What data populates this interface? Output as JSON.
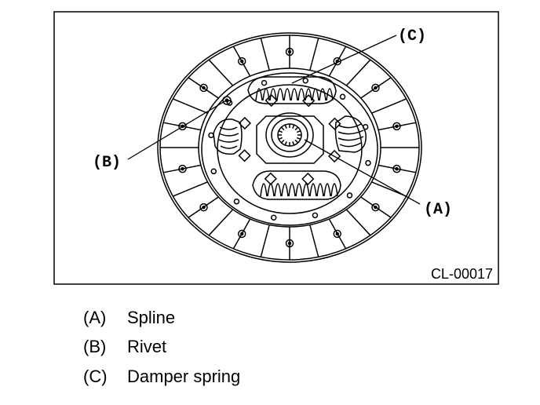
{
  "figure": {
    "code": "CL-00017",
    "callouts": {
      "a": "(A)",
      "b": "(B)",
      "c": "(C)"
    },
    "colors": {
      "ink": "#000000",
      "paper": "#ffffff"
    }
  },
  "legend": [
    {
      "code": "(A)",
      "text": "Spline"
    },
    {
      "code": "(B)",
      "text": "Rivet"
    },
    {
      "code": "(C)",
      "text": "Damper spring"
    }
  ]
}
